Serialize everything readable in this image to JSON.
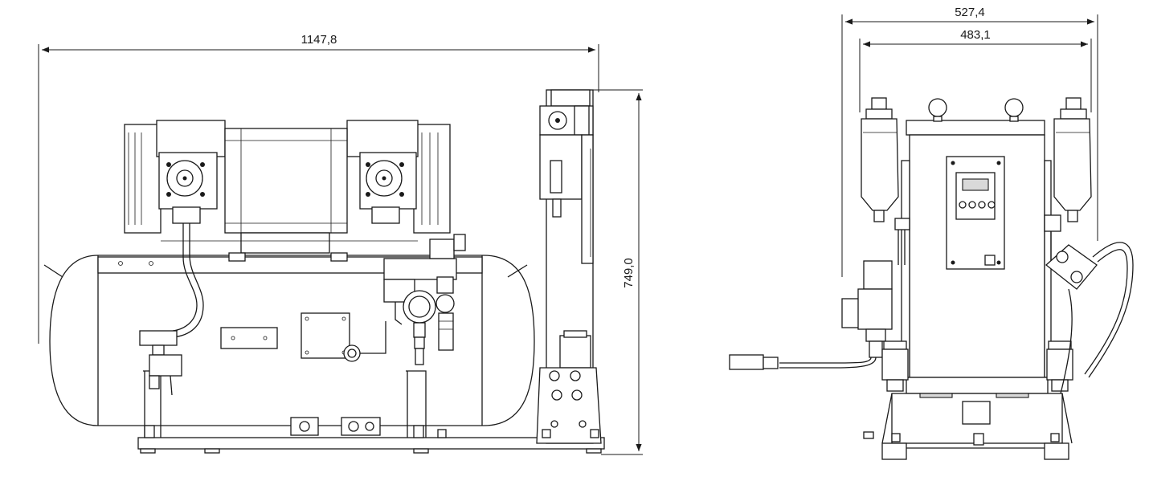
{
  "dimensions": {
    "side_length": "1147,8",
    "side_height": "749,0",
    "front_overall_width": "527,4",
    "front_inner_width": "483,1"
  }
}
